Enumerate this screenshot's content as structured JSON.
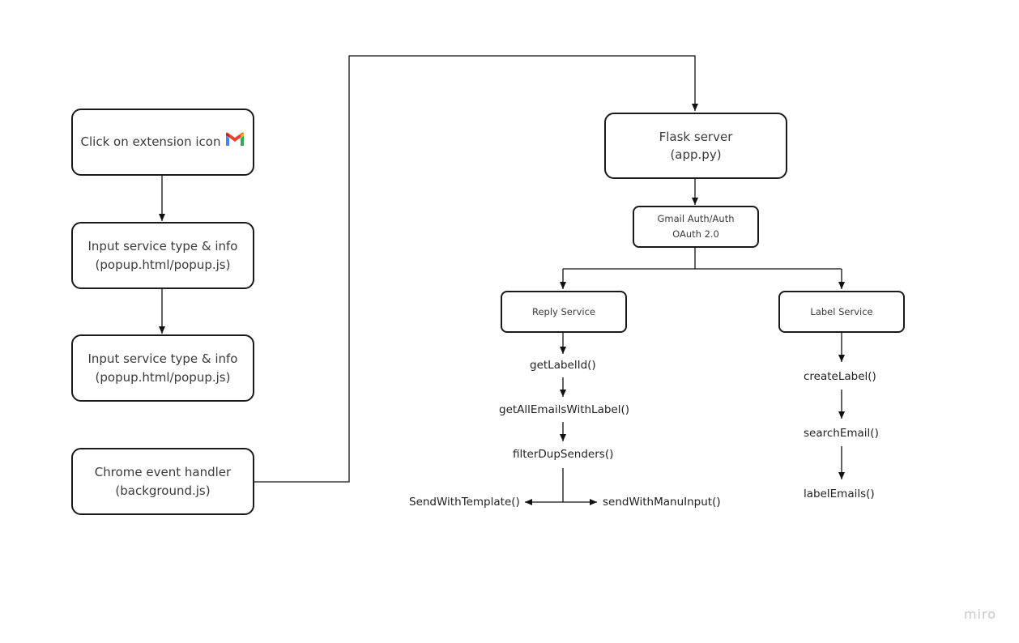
{
  "boxes": {
    "click_icon": "Click on extension icon",
    "input1_line1": "Input service type & info",
    "input1_line2": "(popup.html/popup.js)",
    "input2_line1": "Input service type & info",
    "input2_line2": "(popup.html/popup.js)",
    "chrome_line1": "Chrome event handler",
    "chrome_line2": "(background.js)",
    "flask_line1": "Flask server",
    "flask_line2": "(app.py)",
    "auth_line1": "Gmail Auth/Auth",
    "auth_line2": "OAuth 2.0",
    "reply_service": "Reply Service",
    "label_service": "Label Service"
  },
  "reply_steps": {
    "get_label_id": "getLabelId()",
    "get_all_emails": "getAllEmailsWithLabel()",
    "filter_dup": "filterDupSenders()",
    "send_template": "SendWithTemplate()",
    "send_manual": "sendWithManuInput()"
  },
  "label_steps": {
    "create_label": "createLabel()",
    "search_email": "searchEmail()",
    "label_emails": "labelEmails()"
  },
  "watermark": "miro",
  "icons": {
    "extension_icon": "gmail-icon"
  }
}
